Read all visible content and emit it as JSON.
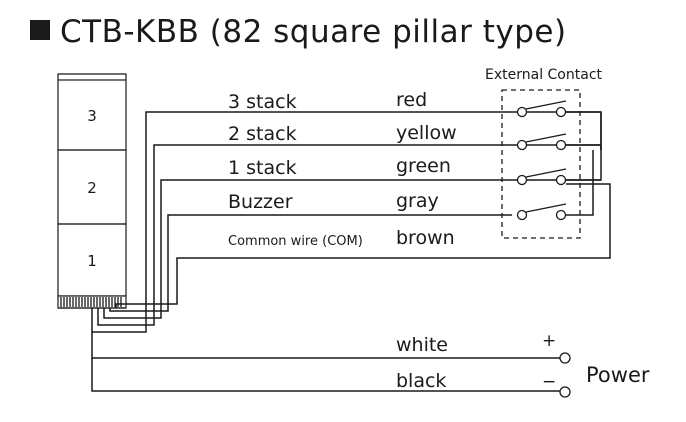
{
  "title": "CTB-KBB (82 square pillar type)",
  "title_icon": "black-square",
  "external_contact_label": "External Contact",
  "tiers": [
    {
      "label": "3"
    },
    {
      "label": "2"
    },
    {
      "label": "1"
    }
  ],
  "wires": [
    {
      "function": "3 stack",
      "color": "red"
    },
    {
      "function": "2 stack",
      "color": "yellow"
    },
    {
      "function": "1 stack",
      "color": "green"
    },
    {
      "function": "Buzzer",
      "color": "gray"
    },
    {
      "function": "Common wire (COM)",
      "color": "brown"
    }
  ],
  "power": {
    "label": "Power",
    "positive": {
      "sign": "+",
      "color": "white"
    },
    "negative": {
      "sign": "−",
      "color": "black"
    }
  }
}
